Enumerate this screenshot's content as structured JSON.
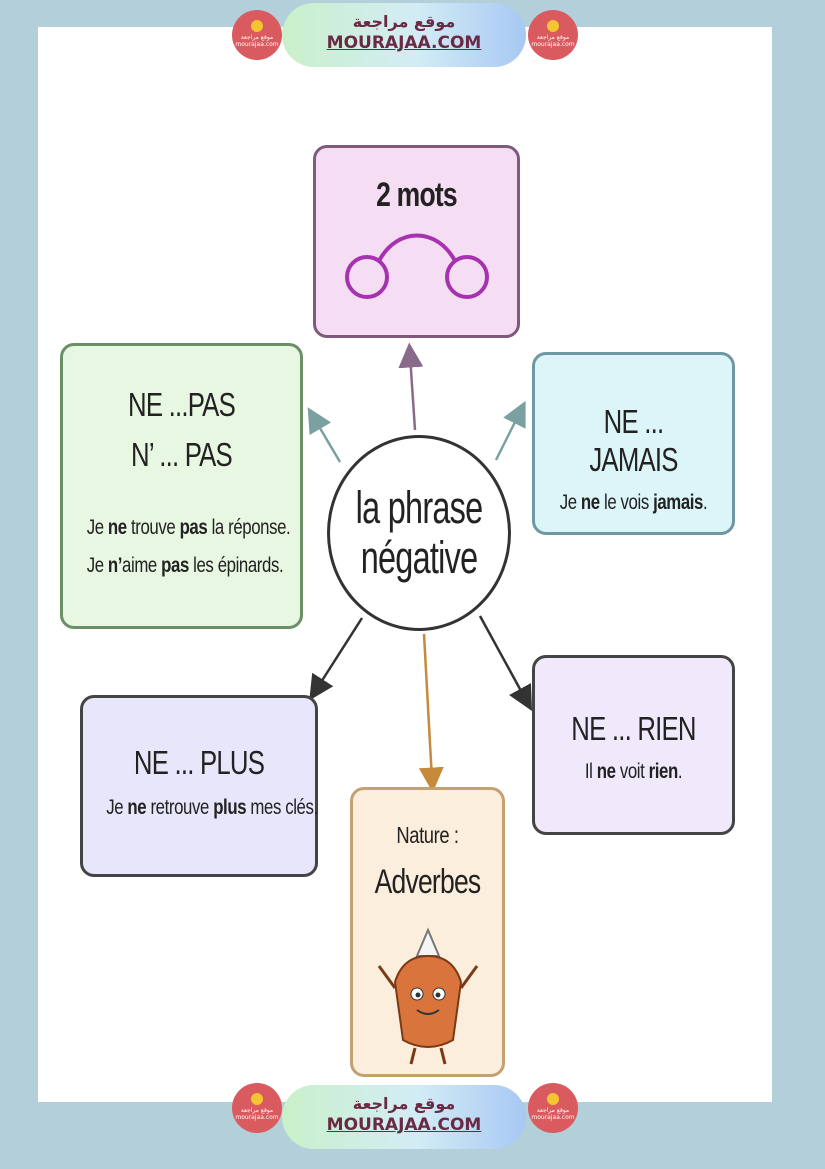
{
  "watermark": {
    "arabic": "موقع مراجعة",
    "latin": "MOURAJAA.COM",
    "badge_text": "موقع مراجعة mourajaa.com",
    "icon": "logo-icon"
  },
  "diagram": {
    "center": {
      "line1": "la phrase",
      "line2": "négative"
    },
    "top": {
      "title": "2 mots"
    },
    "left": {
      "title1": "NE ...PAS",
      "title2": "N’ ... PAS",
      "ex1": {
        "a": "Je ",
        "b": "ne",
        "c": " trouve ",
        "d": "pas",
        "e": " la réponse."
      },
      "ex2": {
        "a": "Je ",
        "b": "n’",
        "c": "aime ",
        "d": "pas",
        "e": " les épinards."
      }
    },
    "right": {
      "title": "NE ... JAMAIS",
      "ex": {
        "a": "Je ",
        "b": "ne",
        "c": " le vois ",
        "d": "jamais",
        "e": "."
      }
    },
    "plus": {
      "title": "NE ... PLUS",
      "ex": {
        "a": "Je ",
        "b": "ne",
        "c": " retrouve ",
        "d": "plus",
        "e": " mes clés."
      }
    },
    "rien": {
      "title": "NE ... RIEN",
      "ex": {
        "a": "Il ",
        "b": "ne",
        "c": " voit ",
        "d": "rien",
        "e": "."
      }
    },
    "nature": {
      "label": "Nature :",
      "value": "Adverbes"
    },
    "colors": {
      "top": "#f5def3",
      "left": "#e8f7e2",
      "right": "#dcf5f8",
      "plus": "#e8e6fb",
      "rien": "#f0e8fb",
      "nature": "#fbeedc"
    }
  }
}
